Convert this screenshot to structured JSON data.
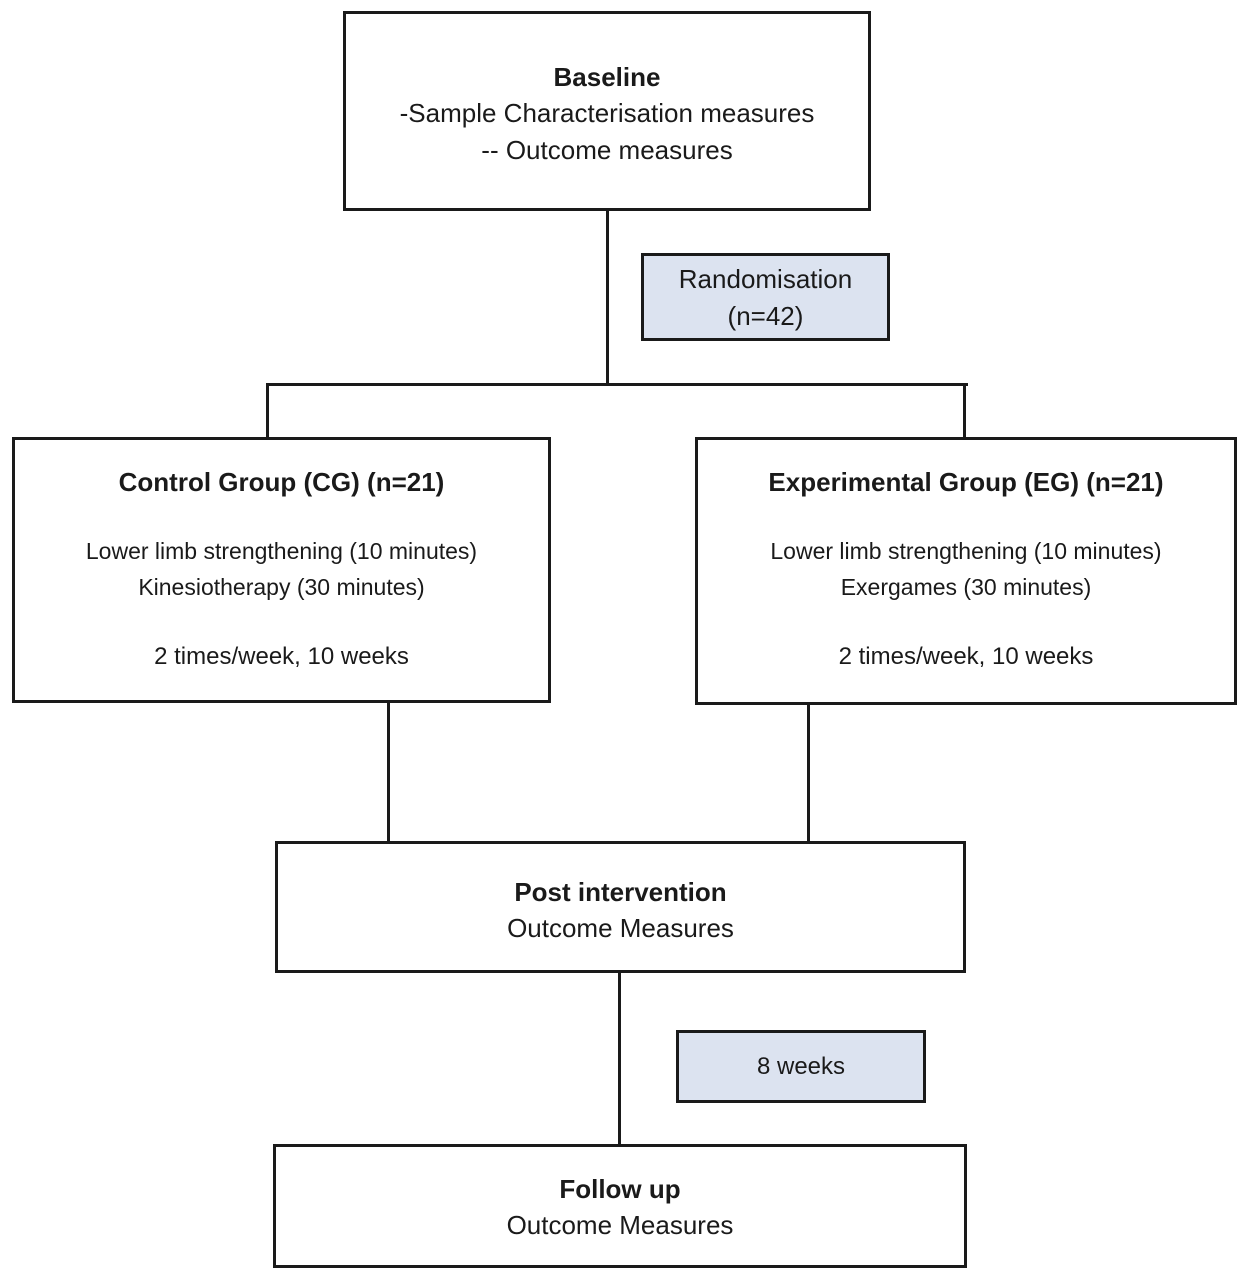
{
  "baseline": {
    "title": "Baseline",
    "lines": [
      "-Sample Characterisation measures",
      "-- Outcome measures"
    ]
  },
  "randomisation": {
    "label": "Randomisation",
    "n": "(n=42)"
  },
  "control_group": {
    "title": "Control Group (CG) (n=21)",
    "lines": [
      "Lower limb strengthening (10 minutes)",
      "Kinesiotherapy (30 minutes)"
    ],
    "frequency": "2 times/week, 10 weeks"
  },
  "experimental_group": {
    "title": "Experimental Group (EG) (n=21)",
    "lines": [
      "Lower limb strengthening (10 minutes)",
      "Exergames (30 minutes)"
    ],
    "frequency": "2 times/week, 10 weeks"
  },
  "post_intervention": {
    "title": "Post intervention",
    "subtitle": "Outcome Measures"
  },
  "interval": {
    "label": "8 weeks"
  },
  "follow_up": {
    "title": "Follow up",
    "subtitle": "Outcome Measures"
  },
  "colors": {
    "border": "#1a1a1a",
    "note_fill": "#dce3f0"
  }
}
